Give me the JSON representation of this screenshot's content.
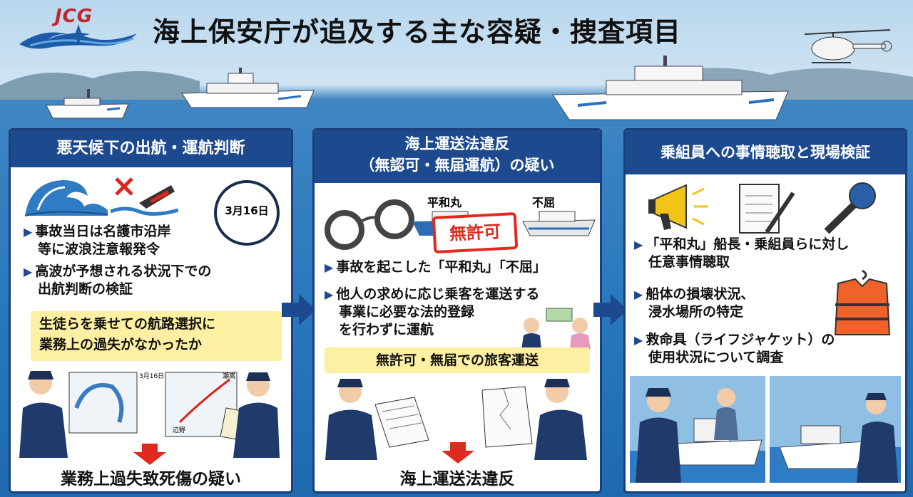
{
  "header": {
    "logo_text": "JCG",
    "title": "海上保安庁が追及する主な容疑・捜査項目"
  },
  "panel1": {
    "heading": "悪天候下の出航・運航判断",
    "calendar_date": "3月16日",
    "bullets": [
      "事故当日は名護市沿岸",
      "等に波浪注意報発令",
      "高波が予想される状況下での",
      "出航判断の検証"
    ],
    "highlight": [
      "生徒らを乗せての航路選択に",
      "業務上の過失がなかったか"
    ],
    "map_date": "3月16日",
    "map_label_north": "瀬嵩",
    "map_label_south": "辺野",
    "conclusion": "業務上過失致死傷の疑い"
  },
  "panel2": {
    "heading": [
      "海上運送法違反",
      "（無認可・無届運航）の疑い"
    ],
    "ship1_name": "平和丸",
    "ship2_name": "不屈",
    "stamp": "無許可",
    "bullets": [
      "事故を起こした「平和丸」「不屈」",
      "他人の求めに応じ乗客を運送する",
      "事業に必要な法的登録",
      "を行わずに運航"
    ],
    "highlight": "無許可・無届での旅客運送",
    "conclusion": "海上運送法違反"
  },
  "panel3": {
    "heading": "乗組員への事情聴取と現場検証",
    "bullets": [
      "「平和丸」船長・乗組員らに対し",
      "任意事情聴取",
      "船体の損壊状況、",
      "浸水場所の特定",
      "救命具（ライフジャケット）の",
      "使用状況について調査"
    ]
  },
  "colors": {
    "navy": "#1d4a8f",
    "highlight": "#fdf0a3",
    "red": "#e02a1f"
  }
}
